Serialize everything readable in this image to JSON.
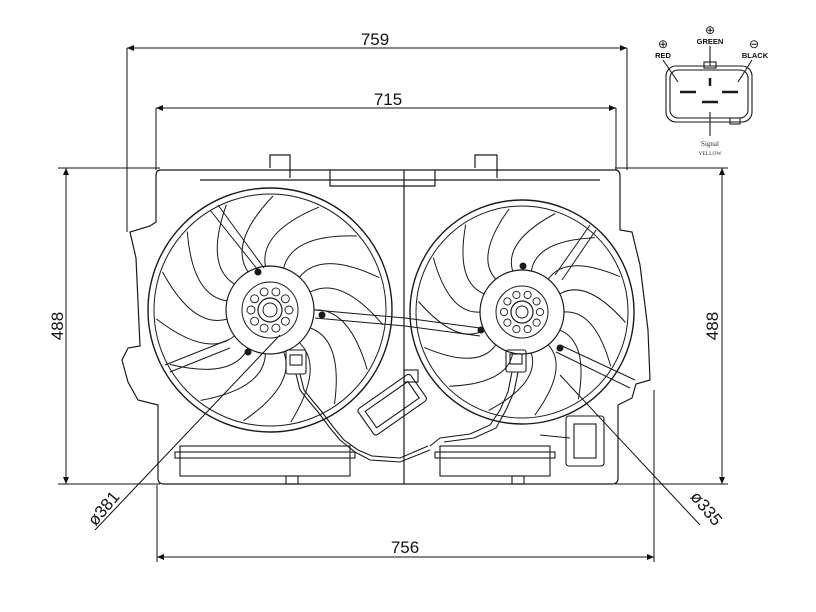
{
  "dimensions": {
    "top_width": "759",
    "mid_width": "715",
    "bottom_width": "756",
    "left_height": "488",
    "right_height": "488",
    "left_fan_diameter": "ø381",
    "right_fan_diameter": "ø335"
  },
  "connector": {
    "red_label": "RED",
    "green_label": "GREEN",
    "black_label": "BLACK",
    "signal_label": "Signal",
    "signal_sub": "YELLOW",
    "plus_symbol": "⊕",
    "minus_symbol": "⊖"
  },
  "colors": {
    "line": "#1a1a1a"
  }
}
